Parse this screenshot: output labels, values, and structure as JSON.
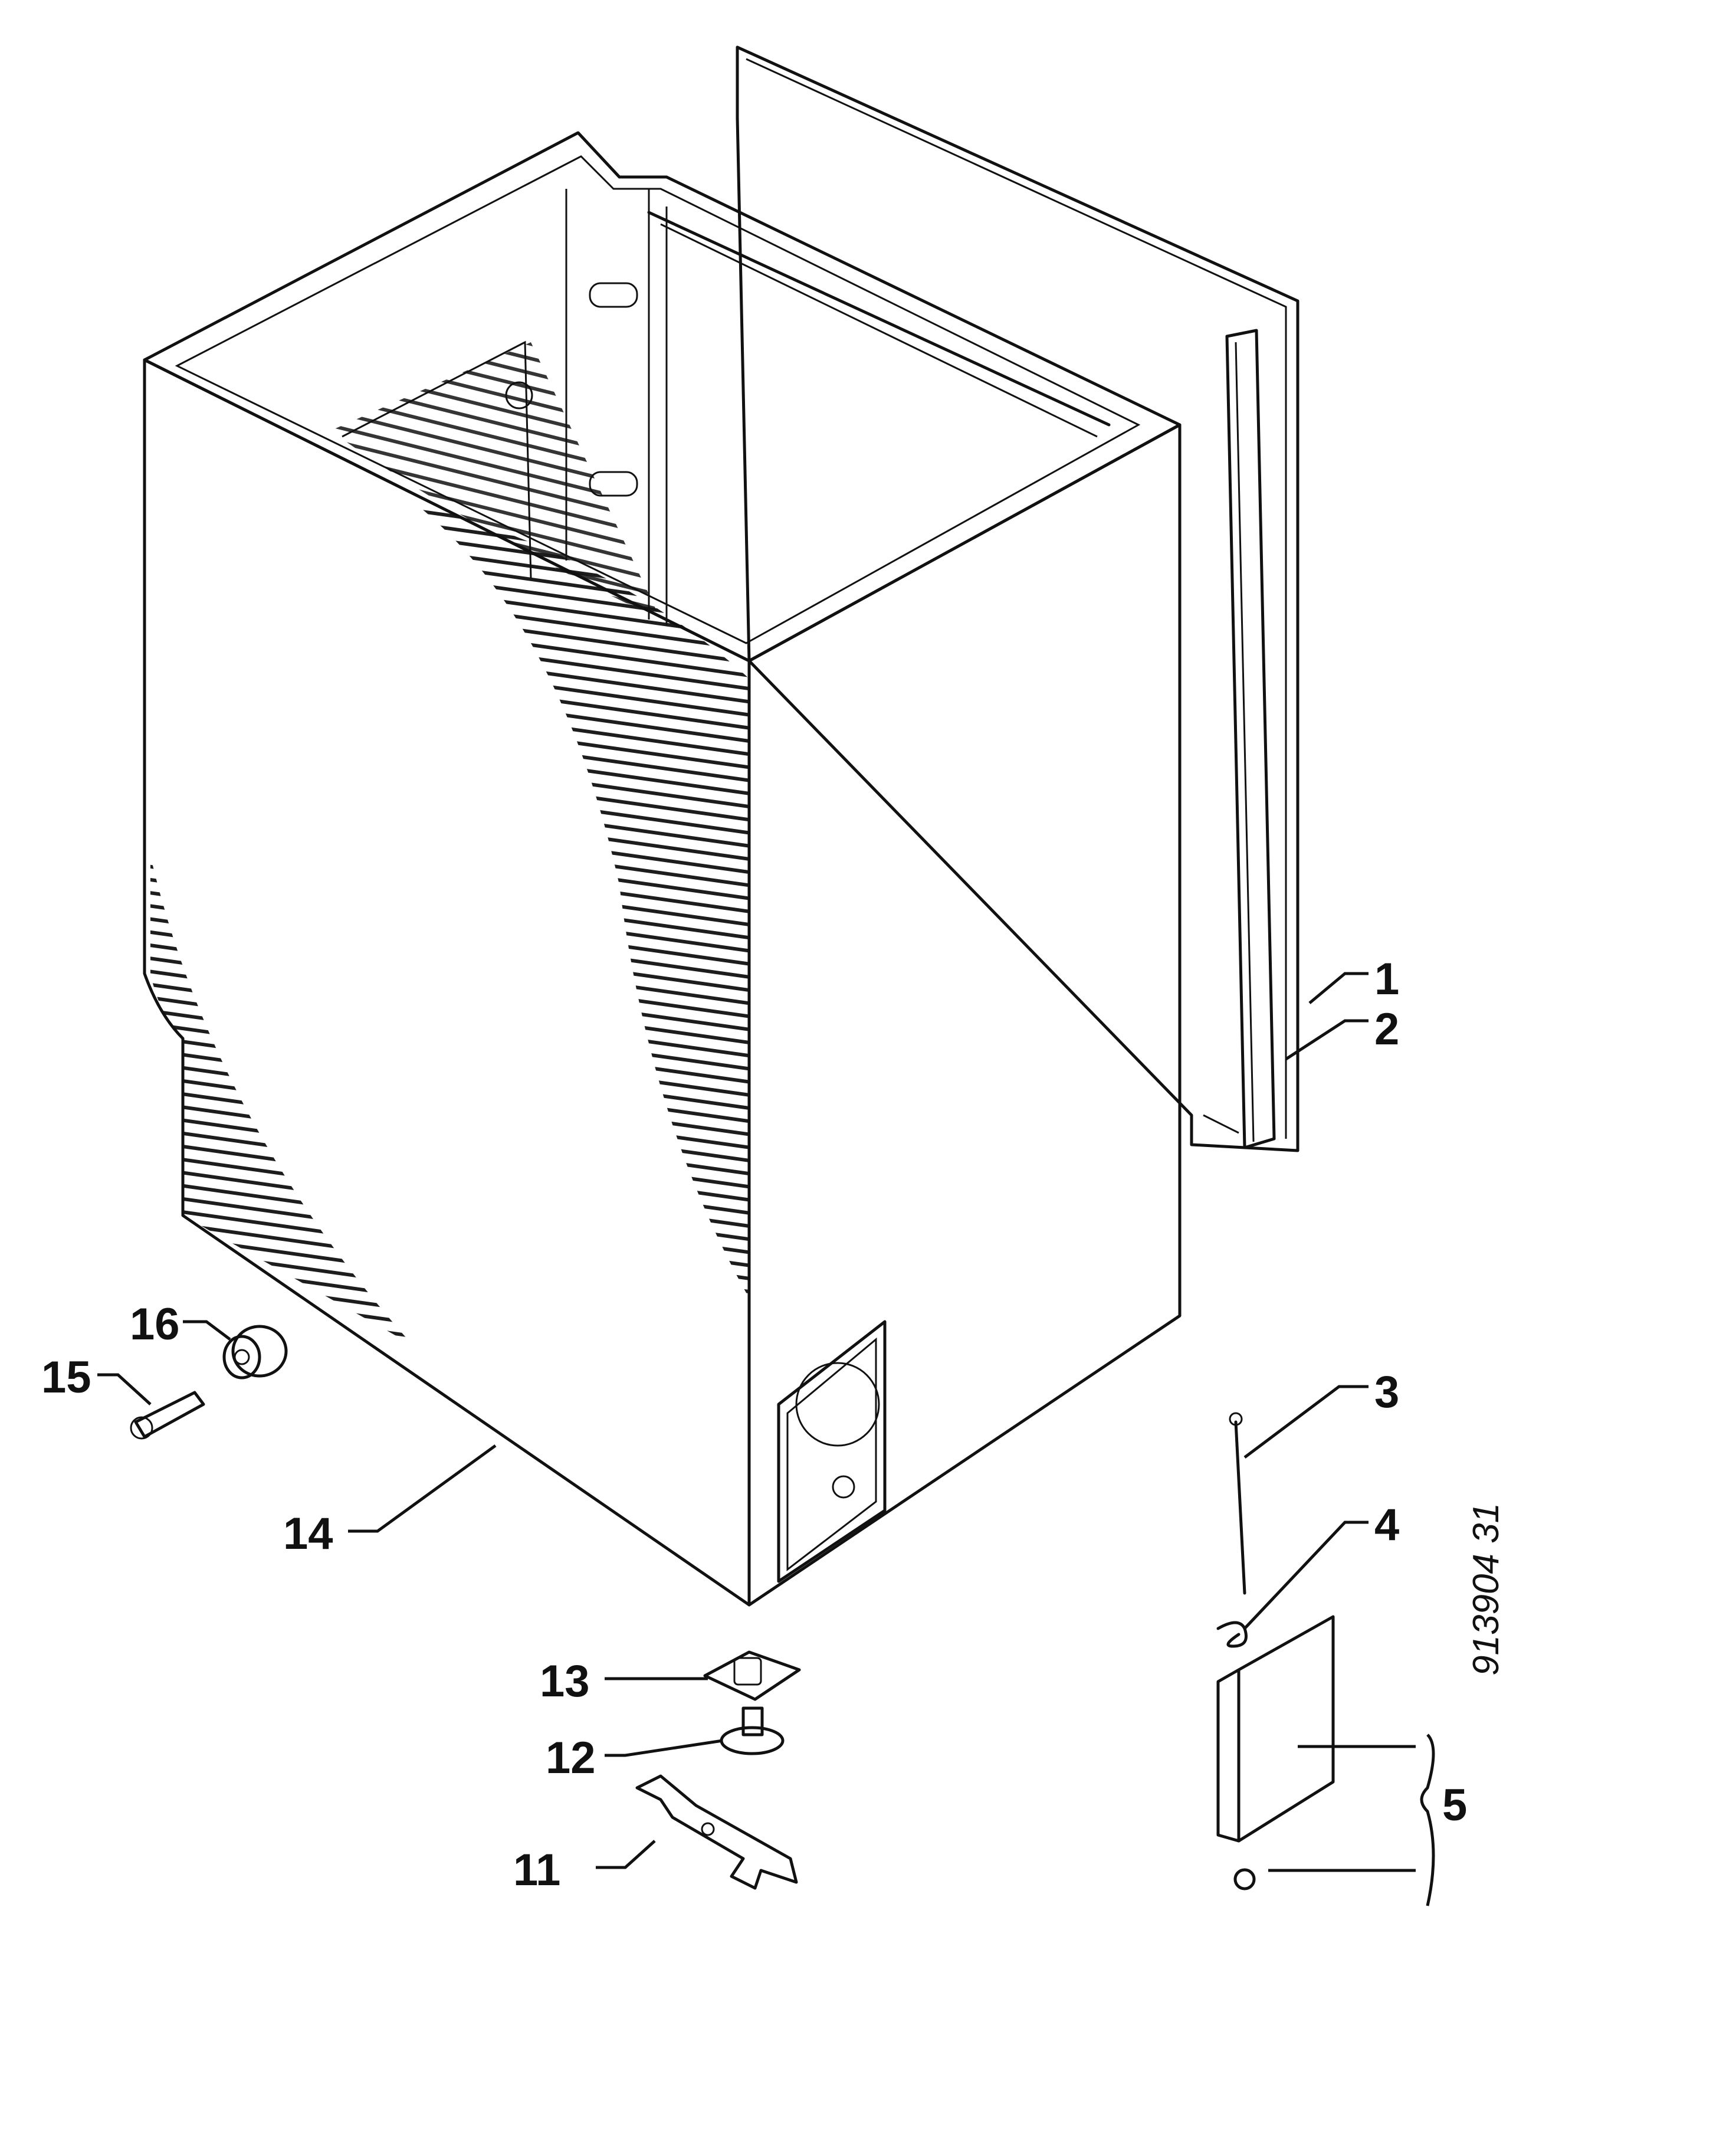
{
  "diagram": {
    "document_number": "913904 31",
    "callouts": [
      {
        "id": "1",
        "label": "1"
      },
      {
        "id": "2",
        "label": "2"
      },
      {
        "id": "3",
        "label": "3"
      },
      {
        "id": "4",
        "label": "4"
      },
      {
        "id": "5",
        "label": "5"
      },
      {
        "id": "11",
        "label": "11"
      },
      {
        "id": "12",
        "label": "12"
      },
      {
        "id": "13",
        "label": "13"
      },
      {
        "id": "14",
        "label": "14"
      },
      {
        "id": "15",
        "label": "15"
      },
      {
        "id": "16",
        "label": "16"
      }
    ]
  }
}
